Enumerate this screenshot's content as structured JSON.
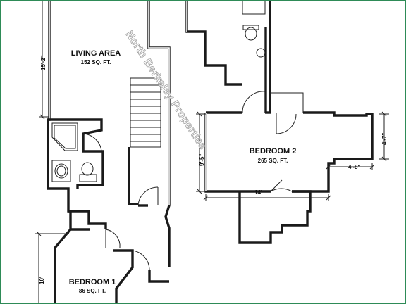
{
  "rooms": {
    "living": {
      "name": "LIVING AREA",
      "area": "152 SQ. FT."
    },
    "bedroom2": {
      "name": "BEDROOM 2",
      "area": "265 SQ. FT."
    },
    "bedroom1": {
      "name": "BEDROOM 1",
      "area": "86 SQ. FT."
    }
  },
  "dimensions": {
    "living_height": "15'-2\"",
    "bedroom2_height": "9'-5\"",
    "bedroom2_width": "14'",
    "bedroom2_bay_right": "4'-7\"",
    "bedroom2_bay_width": "4'-8\"",
    "bedroom1_height": "10'"
  },
  "watermark": {
    "text": "North Berkeley Properties"
  },
  "colors": {
    "frame": "#2e8b57",
    "ink": "#1a1a1a",
    "watermark_outline": "#a8a8a8"
  }
}
